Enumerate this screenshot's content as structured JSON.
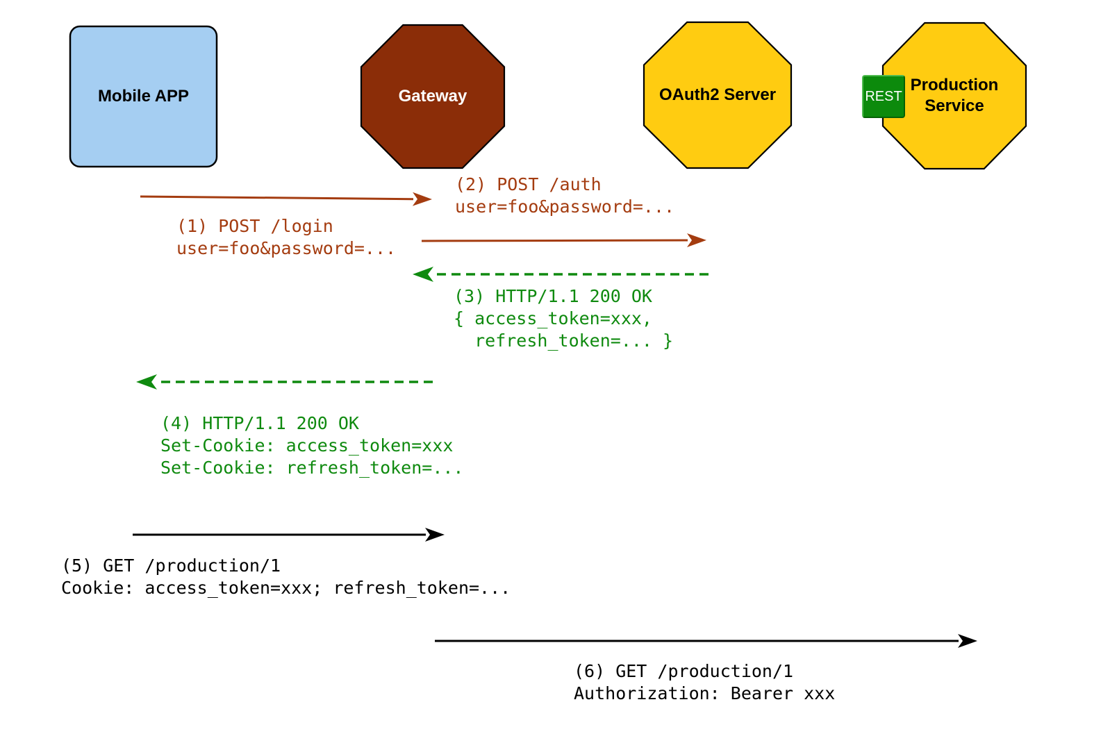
{
  "colors": {
    "mobile_app_fill": "#a5cef2",
    "gateway_fill": "#8b2d08",
    "octagon_fill": "#ffcc11",
    "rest_badge_fill": "#0c8a0c",
    "request_text": "#a43c10",
    "response_text": "#0f8a0f",
    "plain_text": "#000000",
    "shape_outline": "#000000"
  },
  "nodes": {
    "mobile_app": {
      "label": "Mobile APP"
    },
    "gateway": {
      "label": "Gateway"
    },
    "oauth2_server": {
      "label": "OAuth2 Server"
    },
    "production_service": {
      "label": "Production\nService",
      "badge": "REST"
    }
  },
  "messages": [
    {
      "id": 1,
      "text": "(1) POST /login\nuser=foo&password=...",
      "kind": "request",
      "arrow": "solid-right"
    },
    {
      "id": 2,
      "text": "(2) POST /auth\nuser=foo&password=...",
      "kind": "request",
      "arrow": "solid-right"
    },
    {
      "id": 3,
      "text": "(3) HTTP/1.1 200 OK\n{ access_token=xxx,\n  refresh_token=... }",
      "kind": "response",
      "arrow": "dashed-left"
    },
    {
      "id": 4,
      "text": "(4) HTTP/1.1 200 OK\nSet-Cookie: access_token=xxx\nSet-Cookie: refresh_token=...",
      "kind": "response",
      "arrow": "dashed-left"
    },
    {
      "id": 5,
      "text": "(5) GET /production/1\nCookie: access_token=xxx; refresh_token=...",
      "kind": "plain",
      "arrow": "solid-right"
    },
    {
      "id": 6,
      "text": "(6) GET /production/1\nAuthorization: Bearer xxx",
      "kind": "plain",
      "arrow": "solid-right"
    }
  ]
}
